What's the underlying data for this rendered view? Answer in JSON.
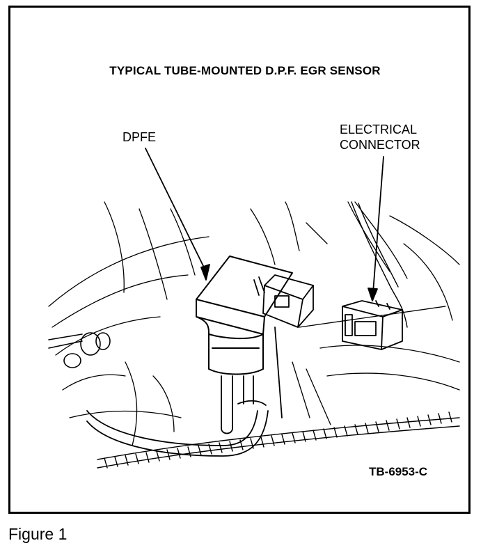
{
  "figure": {
    "title": "TYPICAL TUBE-MOUNTED D.P.F. EGR SENSOR",
    "callouts": {
      "dpfe": "DPFE",
      "connector_line1": "ELECTRICAL",
      "connector_line2": "CONNECTOR"
    },
    "code": "TB-6953-C",
    "caption": "Figure 1"
  },
  "colors": {
    "ink": "#000000",
    "paper": "#ffffff"
  }
}
